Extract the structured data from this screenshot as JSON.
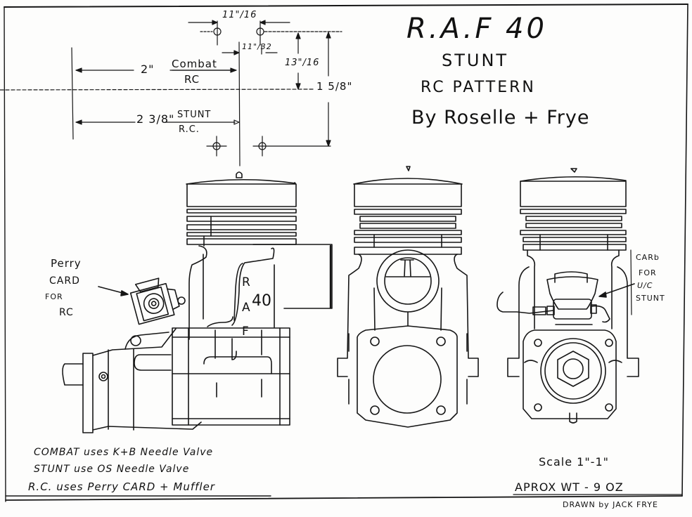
{
  "title_block": {
    "title": "R.A.F 40",
    "line2": "STUNT",
    "line3": "RC  PATTERN",
    "authors": "By Roselle + Frye"
  },
  "dimensions": {
    "top_hole_spacing": "11\"/16",
    "offset": "11\"/32",
    "vertical_short": "13\"/16",
    "vertical_long": "1 5/8\"",
    "combat_rc_length": "2\"",
    "combat_rc_label_top": "Combat",
    "combat_rc_label_bottom": "RC",
    "stunt_rc_length": "2 3/8\"",
    "stunt_rc_label_top": "STUNT",
    "stunt_rc_label_bottom": "R.C."
  },
  "side_view": {
    "carb_callout": [
      "Perry",
      "CARD",
      "FOR",
      "RC"
    ],
    "engraving": [
      "R",
      "A",
      "F"
    ],
    "engraving_number": "40"
  },
  "rear_view": {
    "carb_callout": [
      "CARb",
      "FOR",
      "U/C",
      "STUNT"
    ]
  },
  "notes": [
    "COMBAT uses K+B Needle Valve",
    "STUNT use OS Needle Valve",
    "R.C. uses Perry CARD + Muffler"
  ],
  "specs": {
    "scale": "Scale 1\"-1\"",
    "weight": "APROX WT - 9 OZ",
    "drawn_by": "DRAWN by JACK FRYE"
  }
}
